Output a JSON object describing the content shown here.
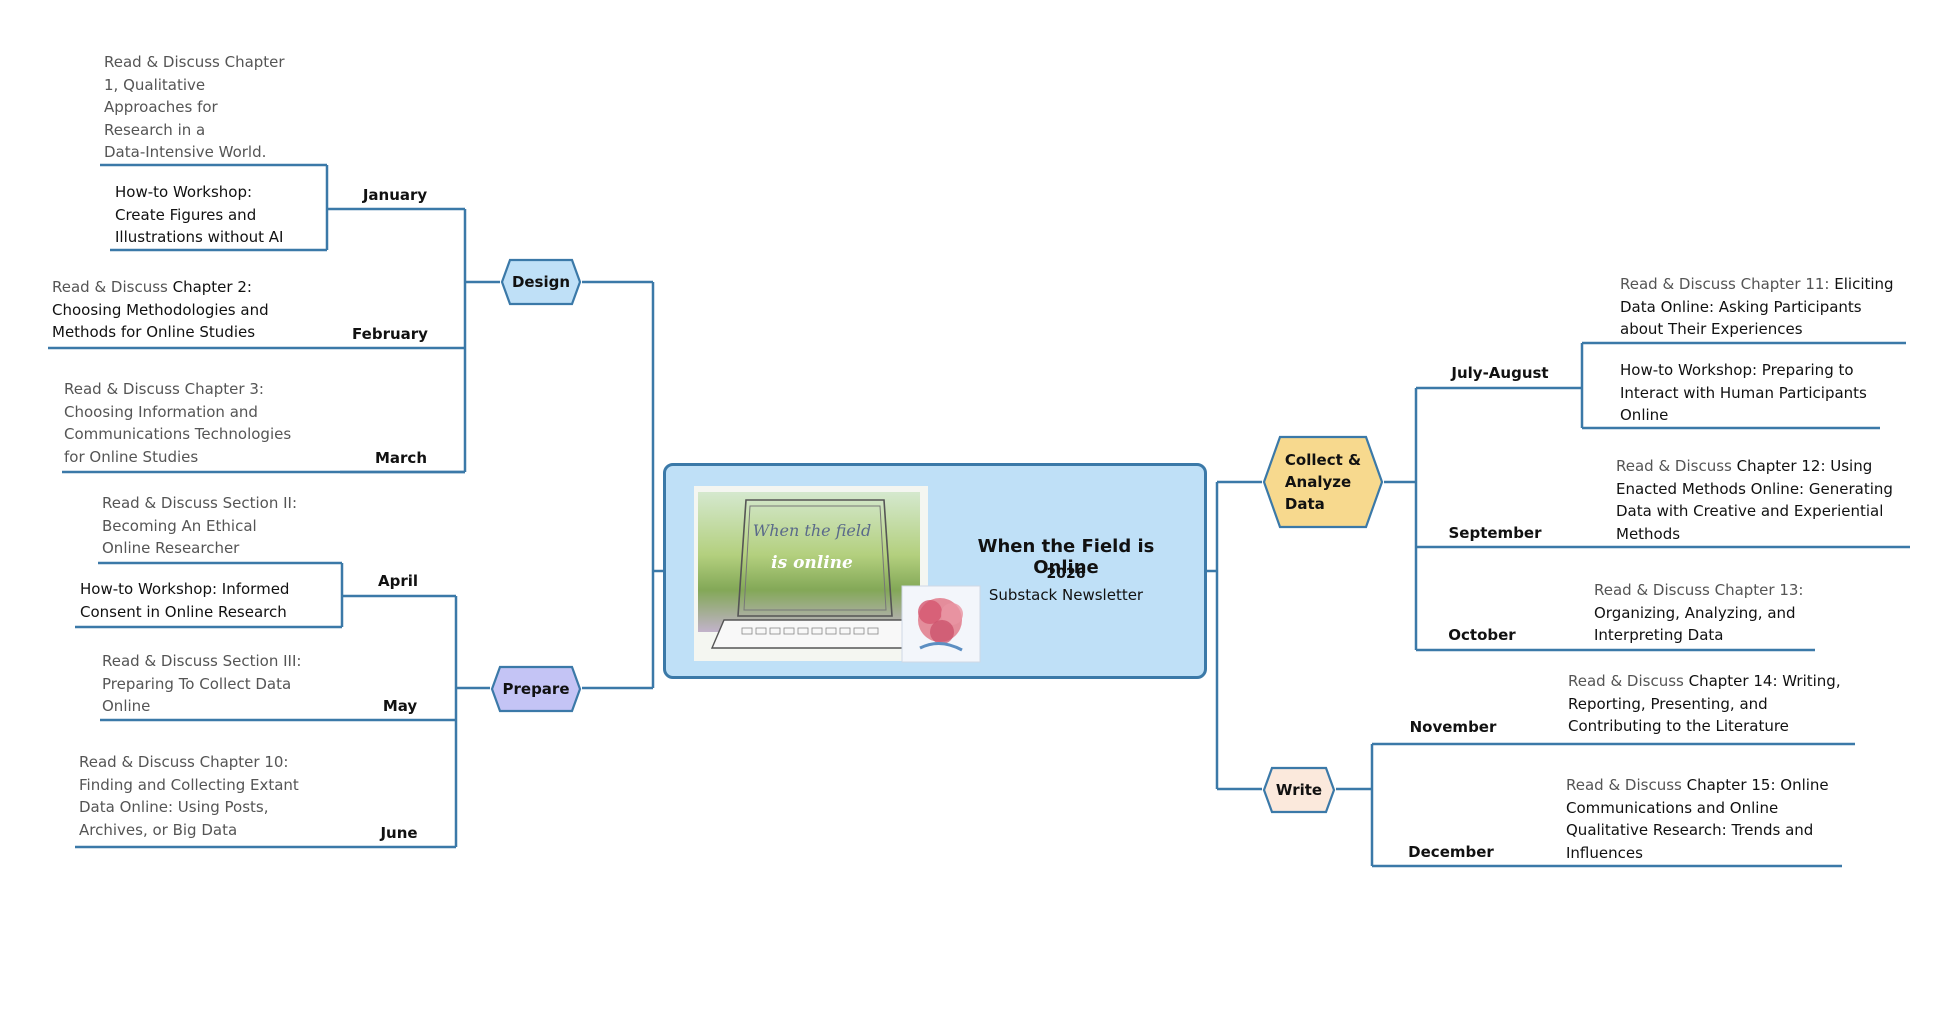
{
  "central": {
    "title": "When the Field is Online",
    "year": "2026",
    "subtitle": "Substack Newsletter",
    "image_text": [
      "When the field",
      "is online"
    ]
  },
  "colors": {
    "line": "#3b79a8",
    "design": "#bfe0f7",
    "prepare": "#c4c4f5",
    "collect": "#f7d98e",
    "write": "#fbe9dc"
  },
  "branches": {
    "design": {
      "label": "Design",
      "months": {
        "january": {
          "label": "January",
          "items": [
            {
              "prefix": "Read & Discuss Chapter",
              "lines": [
                "1, Qualitative",
                "Approaches for",
                "Research in a",
                "Data-Intensive World."
              ]
            },
            {
              "prefix": "",
              "lines": [
                "How-to Workshop:",
                "Create Figures and",
                "Illustrations without AI"
              ]
            }
          ]
        },
        "february": {
          "label": "February",
          "items": [
            {
              "prefix": "Read & Discuss",
              "lines": [
                " Chapter 2:",
                "Choosing Methodologies and",
                "Methods for Online Studies"
              ]
            }
          ]
        },
        "march": {
          "label": "March",
          "items": [
            {
              "prefix": "Read & Discuss Chapter 3:",
              "lines": [
                "Choosing Information and",
                "Communications Technologies",
                "for Online Studies"
              ]
            }
          ]
        }
      }
    },
    "prepare": {
      "label": "Prepare",
      "months": {
        "april": {
          "label": "April",
          "items": [
            {
              "prefix": "Read & Discuss Section II:",
              "lines": [
                "Becoming An Ethical",
                "Online Researcher"
              ]
            },
            {
              "prefix": "",
              "lines": [
                "How-to Workshop: Informed",
                "Consent in Online Research"
              ]
            }
          ]
        },
        "may": {
          "label": "May",
          "items": [
            {
              "prefix": "Read & Discuss Section III:",
              "lines": [
                "Preparing To Collect Data",
                "Online"
              ]
            }
          ]
        },
        "june": {
          "label": "June",
          "items": [
            {
              "prefix": "Read & Discuss Chapter 10:",
              "lines": [
                "Finding and Collecting Extant",
                "Data Online: Using Posts,",
                "Archives, or Big Data"
              ]
            }
          ]
        }
      }
    },
    "collect": {
      "label": "Collect & Analyze Data",
      "label_lines": [
        "Collect &",
        "Analyze",
        "Data"
      ],
      "months": {
        "julyaug": {
          "label": "July-August",
          "items": [
            {
              "prefix": "Read & Discuss Chapter 11:",
              "lines": [
                " Eliciting",
                "Data Online: Asking Participants",
                "about Their Experiences"
              ]
            },
            {
              "prefix": "",
              "lines": [
                "How-to Workshop: Preparing to",
                "Interact with Human Participants",
                "Online"
              ]
            }
          ]
        },
        "september": {
          "label": "September",
          "items": [
            {
              "prefix": "Read & Discuss",
              "lines": [
                " Chapter 12: Using",
                "Enacted Methods Online: Generating",
                "Data with Creative and Experiential",
                "Methods"
              ]
            }
          ]
        },
        "october": {
          "label": "October",
          "items": [
            {
              "prefix": "Read & Discuss Chapter 13:",
              "lines": [
                "Organizing, Analyzing, and",
                "Interpreting Data"
              ]
            }
          ]
        }
      }
    },
    "write": {
      "label": "Write",
      "months": {
        "november": {
          "label": "November",
          "items": [
            {
              "prefix": "Read & Discuss",
              "lines": [
                " Chapter 14: Writing,",
                "Reporting, Presenting, and",
                "Contributing to the Literature"
              ]
            }
          ]
        },
        "december": {
          "label": "December",
          "items": [
            {
              "prefix": "Read & Discuss",
              "lines": [
                " Chapter 15: Online",
                "Communications and Online",
                "Qualitative Research: Trends and",
                "Influences"
              ]
            }
          ]
        }
      }
    }
  }
}
